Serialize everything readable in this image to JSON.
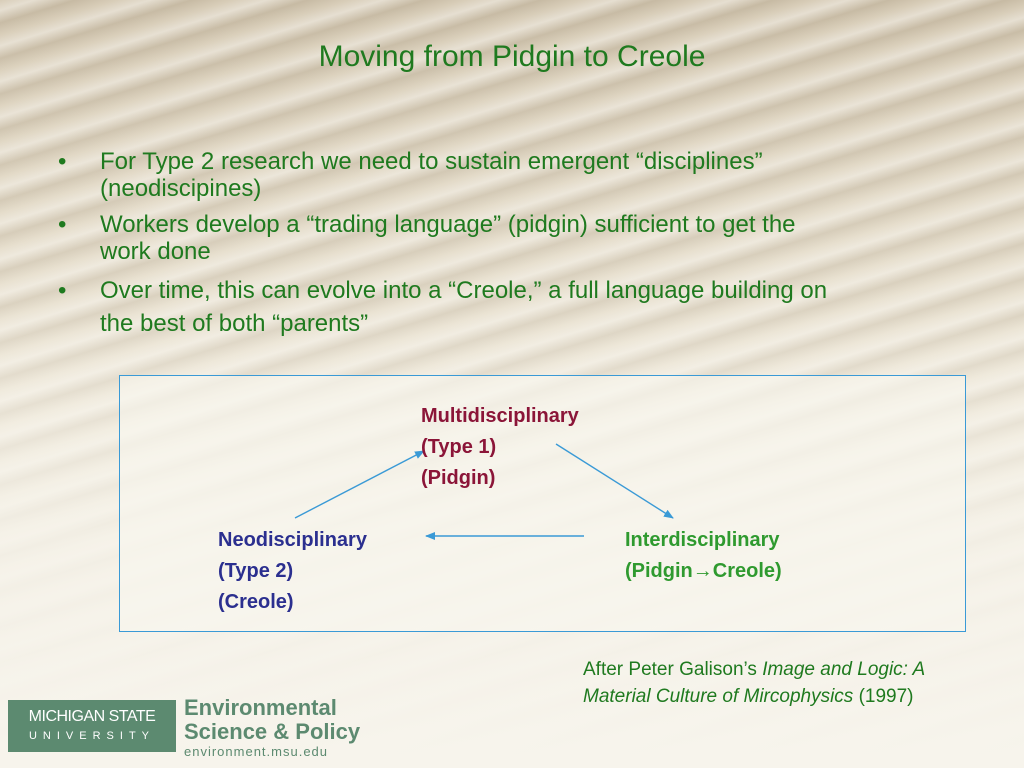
{
  "slide": {
    "title": "Moving from Pidgin to Creole",
    "bullets": [
      {
        "line1": "For Type 2 research we need to sustain emergent “disciplines”",
        "line2": "(neodiscipines)"
      },
      {
        "line1": "Workers develop a “trading language” (pidgin) sufficient to get the",
        "line2": "work done"
      },
      {
        "line1": "Over time, this can evolve into a “Creole,” a full language building on",
        "line2": "the best of both “parents”"
      }
    ],
    "bullet_symbol": "•"
  },
  "diagram": {
    "multi": {
      "l1": "Multidisciplinary",
      "l2": "(Type 1)",
      "l3": "(Pidgin)"
    },
    "neo": {
      "l1": "Neodisciplinary",
      "l2": "(Type 2)",
      "l3": "(Creole)"
    },
    "inter": {
      "l1": "Interdisciplinary",
      "l2": "(Pidgin→Creole)"
    },
    "colors": {
      "multi": "#8b1538",
      "neo": "#2b2f8f",
      "inter": "#2f9a2f",
      "arrow": "#3a9ad6",
      "border": "#3a9ad6"
    }
  },
  "citation": {
    "prefix": "After Peter Galison’s ",
    "title": "Image and Logic: A Material Culture of Mircophysics",
    "year": " (1997)"
  },
  "logo": {
    "university_line1": "MICHIGAN STATE",
    "university_line2": "UNIVERSITY",
    "program_line1": "Environmental",
    "program_line2": "Science & Policy",
    "website": "environment.msu.edu"
  }
}
